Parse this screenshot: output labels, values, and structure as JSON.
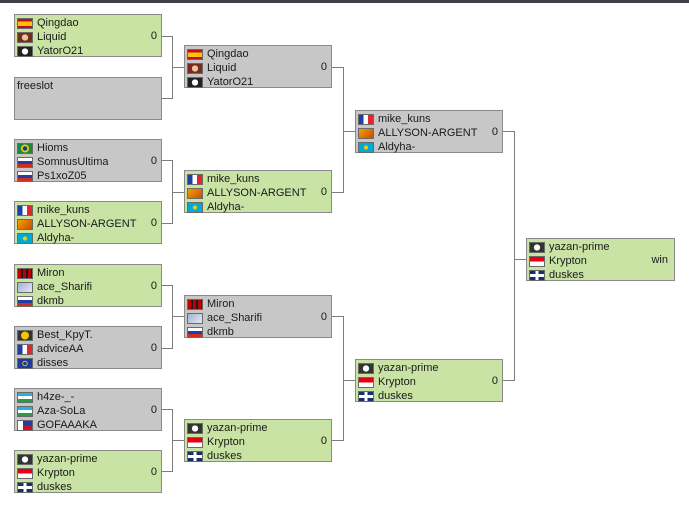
{
  "colors": {
    "winner_box": "#c8e3a4",
    "loser_box": "#c7c7c7",
    "border": "#8a8a8a",
    "connector": "#7d7d7d"
  },
  "round1": [
    {
      "players": [
        {
          "name": "Qingdao",
          "icon": "spain-flag-icon"
        },
        {
          "name": "Liquid",
          "icon": "team-logo-icon"
        },
        {
          "name": "YatorO21",
          "icon": "skull-icon"
        }
      ],
      "score": "0"
    },
    {
      "players": [
        {
          "name": "freeslot"
        }
      ],
      "score": ""
    },
    {
      "players": [
        {
          "name": "Hioms",
          "icon": "brazil-flag-icon"
        },
        {
          "name": "SomnusUltima",
          "icon": "russia-flag-icon"
        },
        {
          "name": "Ps1xoZ05",
          "icon": "russia-flag-icon"
        }
      ],
      "score": "0"
    },
    {
      "players": [
        {
          "name": "mike_kuns",
          "icon": "france-flag-icon"
        },
        {
          "name": "ALLYSON-ARGENT",
          "icon": "orange-flag-icon"
        },
        {
          "name": "Aldyha-",
          "icon": "kazakhstan-flag-icon"
        }
      ],
      "score": "0"
    },
    {
      "players": [
        {
          "name": "Miron",
          "icon": "red-logo-icon"
        },
        {
          "name": "ace_Sharifi",
          "icon": "avatar-icon"
        },
        {
          "name": "dkmb",
          "icon": "russia-flag-icon"
        }
      ],
      "score": "0"
    },
    {
      "players": [
        {
          "name": "Best_KpyT.",
          "icon": "smiley-icon"
        },
        {
          "name": "adviceAA",
          "icon": "france-flag-icon"
        },
        {
          "name": "disses",
          "icon": "eu-flag-icon"
        }
      ],
      "score": "0"
    },
    {
      "players": [
        {
          "name": "h4ze-_-",
          "icon": "uzbekistan-flag-icon"
        },
        {
          "name": "Aza-SoLa",
          "icon": "uzbekistan-flag-icon"
        },
        {
          "name": "GOFAAAKA",
          "icon": "philippines-flag-icon"
        }
      ],
      "score": "0"
    },
    {
      "players": [
        {
          "name": "yazan-prime",
          "icon": "globe-icon"
        },
        {
          "name": "Krypton",
          "icon": "indonesia-flag-icon"
        },
        {
          "name": "duskes",
          "icon": "uk-flag-icon"
        }
      ],
      "score": "0"
    }
  ],
  "round2": [
    {
      "players": [
        {
          "name": "Qingdao",
          "icon": "spain-flag-icon"
        },
        {
          "name": "Liquid",
          "icon": "team-logo-icon"
        },
        {
          "name": "YatorO21",
          "icon": "skull-icon"
        }
      ],
      "score": "0"
    },
    {
      "players": [
        {
          "name": "mike_kuns",
          "icon": "france-flag-icon"
        },
        {
          "name": "ALLYSON-ARGENT",
          "icon": "orange-flag-icon"
        },
        {
          "name": "Aldyha-",
          "icon": "kazakhstan-flag-icon"
        }
      ],
      "score": "0"
    },
    {
      "players": [
        {
          "name": "Miron",
          "icon": "red-logo-icon"
        },
        {
          "name": "ace_Sharifi",
          "icon": "avatar-icon"
        },
        {
          "name": "dkmb",
          "icon": "russia-flag-icon"
        }
      ],
      "score": "0"
    },
    {
      "players": [
        {
          "name": "yazan-prime",
          "icon": "globe-icon"
        },
        {
          "name": "Krypton",
          "icon": "indonesia-flag-icon"
        },
        {
          "name": "duskes",
          "icon": "uk-flag-icon"
        }
      ],
      "score": "0"
    }
  ],
  "round3": [
    {
      "players": [
        {
          "name": "mike_kuns",
          "icon": "france-flag-icon"
        },
        {
          "name": "ALLYSON-ARGENT",
          "icon": "orange-flag-icon"
        },
        {
          "name": "Aldyha-",
          "icon": "kazakhstan-flag-icon"
        }
      ],
      "score": "0"
    },
    {
      "players": [
        {
          "name": "yazan-prime",
          "icon": "globe-icon"
        },
        {
          "name": "Krypton",
          "icon": "indonesia-flag-icon"
        },
        {
          "name": "duskes",
          "icon": "uk-flag-icon"
        }
      ],
      "score": "0"
    }
  ],
  "final": [
    {
      "players": [
        {
          "name": "yazan-prime",
          "icon": "globe-icon"
        },
        {
          "name": "Krypton",
          "icon": "indonesia-flag-icon"
        },
        {
          "name": "duskes",
          "icon": "uk-flag-icon"
        }
      ],
      "score": "win"
    }
  ]
}
